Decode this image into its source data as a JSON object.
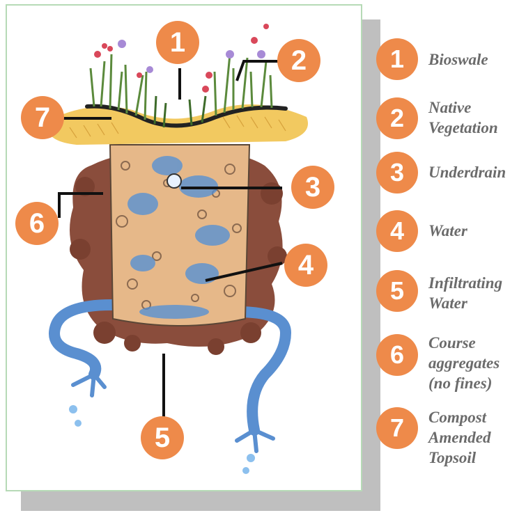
{
  "diagram": {
    "callouts": [
      {
        "number": "1"
      },
      {
        "number": "2"
      },
      {
        "number": "3"
      },
      {
        "number": "4"
      },
      {
        "number": "5"
      },
      {
        "number": "6"
      },
      {
        "number": "7"
      }
    ]
  },
  "legend": [
    {
      "number": "1",
      "label": "Bioswale"
    },
    {
      "number": "2",
      "label": "Native\nVegetation"
    },
    {
      "number": "3",
      "label": "Underdrain"
    },
    {
      "number": "4",
      "label": "Water"
    },
    {
      "number": "5",
      "label": "Infiltrating\nWater"
    },
    {
      "number": "6",
      "label": "Course\naggregates\n(no fines)"
    },
    {
      "number": "7",
      "label": "Compost\nAmended\nTopsoil"
    }
  ],
  "colors": {
    "badge": "#ee8a4a",
    "legend_text": "#6b6b6b",
    "frame_border": "#b6dab6",
    "topsoil": "#f2c960",
    "aggregate": "#e6b889",
    "native_soil": "#8a4d3c",
    "water": "#4f8fd8"
  }
}
